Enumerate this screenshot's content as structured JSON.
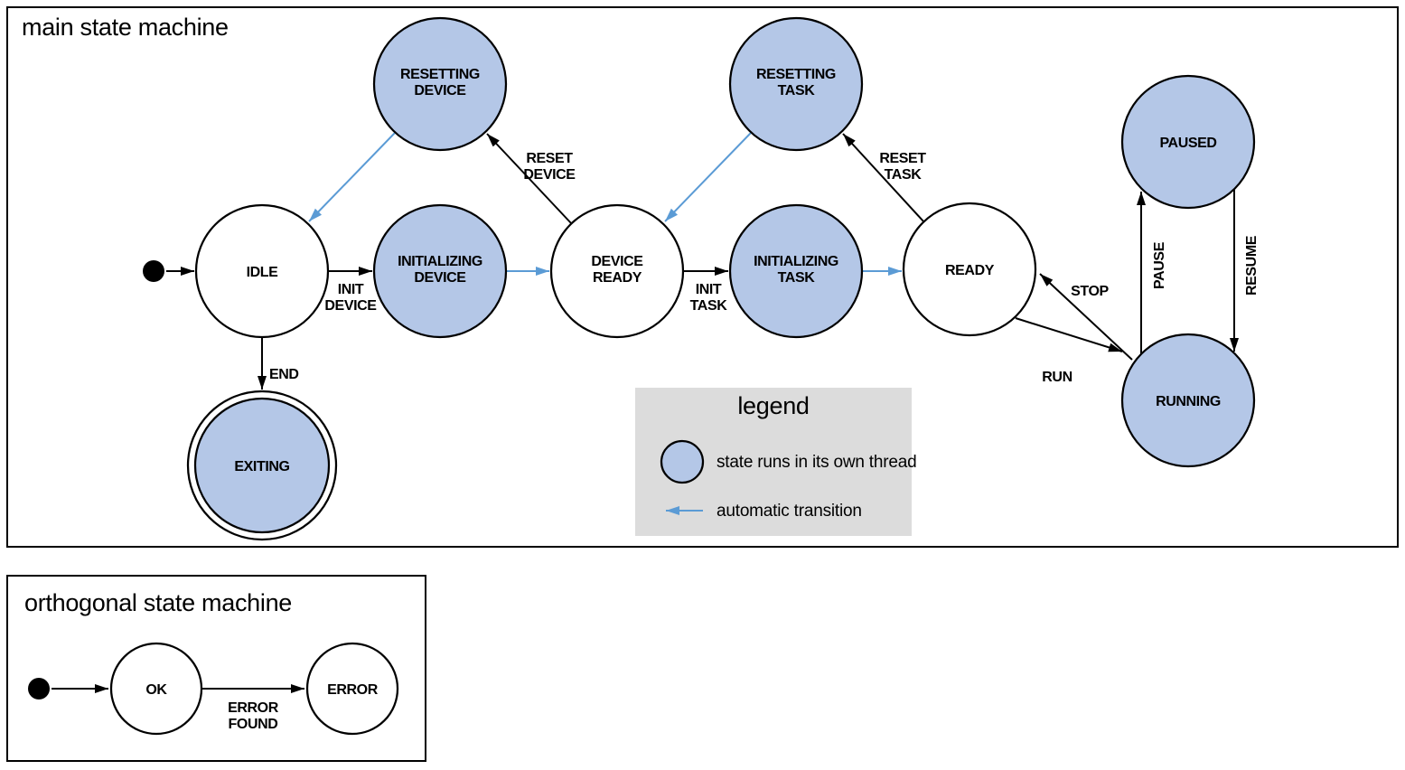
{
  "main": {
    "title": "main state machine",
    "states": {
      "idle": [
        "IDLE"
      ],
      "resetting_device": [
        "RESETTING",
        "DEVICE"
      ],
      "initializing_device": [
        "INITIALIZING",
        "DEVICE"
      ],
      "device_ready": [
        "DEVICE",
        "READY"
      ],
      "resetting_task": [
        "RESETTING",
        "TASK"
      ],
      "initializing_task": [
        "INITIALIZING",
        "TASK"
      ],
      "ready": [
        "READY"
      ],
      "paused": [
        "PAUSED"
      ],
      "running": [
        "RUNNING"
      ],
      "exiting": [
        "EXITING"
      ]
    },
    "transitions": {
      "init_device": [
        "INIT",
        "DEVICE"
      ],
      "reset_device": [
        "RESET",
        "DEVICE"
      ],
      "init_task": [
        "INIT",
        "TASK"
      ],
      "reset_task": [
        "RESET",
        "TASK"
      ],
      "run": "RUN",
      "stop": "STOP",
      "pause": "PAUSE",
      "resume": "RESUME",
      "end": "END"
    }
  },
  "legend": {
    "title": "legend",
    "threaded_state_label": "state runs in its own thread",
    "automatic_transition_label": "automatic transition"
  },
  "orthogonal": {
    "title": "orthogonal state machine",
    "states": {
      "ok": [
        "OK"
      ],
      "error": [
        "ERROR"
      ]
    },
    "transitions": {
      "error_found": [
        "ERROR",
        "FOUND"
      ]
    }
  },
  "colors": {
    "threaded_state_fill": "#b4c7e7",
    "automatic_transition": "#5b9bd5",
    "legend_background": "#dcdcdc"
  }
}
